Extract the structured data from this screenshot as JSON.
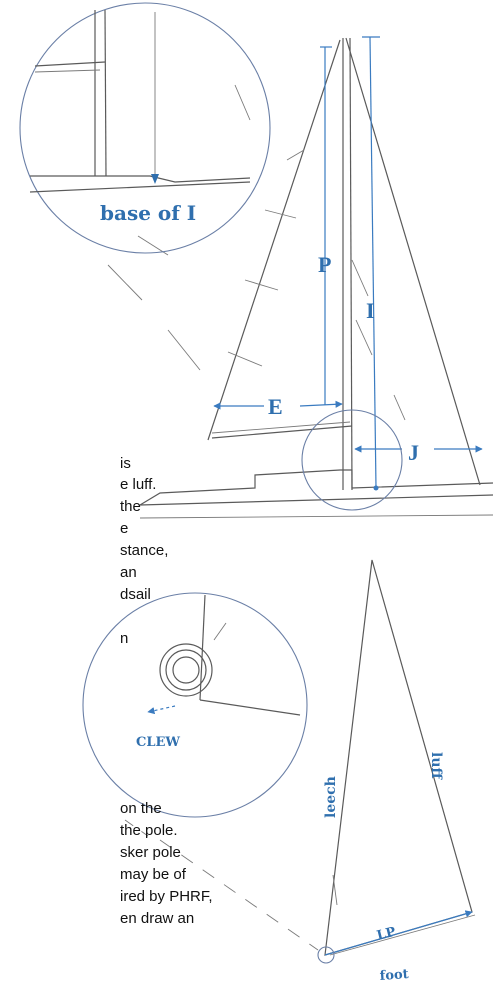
{
  "labels": {
    "base_of_i": "base of I",
    "p": "P",
    "i": "I",
    "e": "E",
    "j": "J",
    "clew": "CLEW",
    "leech": "leech",
    "luff": "luff",
    "lp": "LP",
    "foot": "foot"
  },
  "text_fragments": [
    "is",
    "e luff.",
    "the",
    "e",
    "stance,",
    "an",
    "dsail",
    "n",
    "on the",
    "the pole.",
    "sker pole",
    "may be of",
    "ired by PHRF,",
    "en draw an"
  ],
  "colors": {
    "accent": "#2f6fae",
    "line": "#5a5a5a"
  }
}
